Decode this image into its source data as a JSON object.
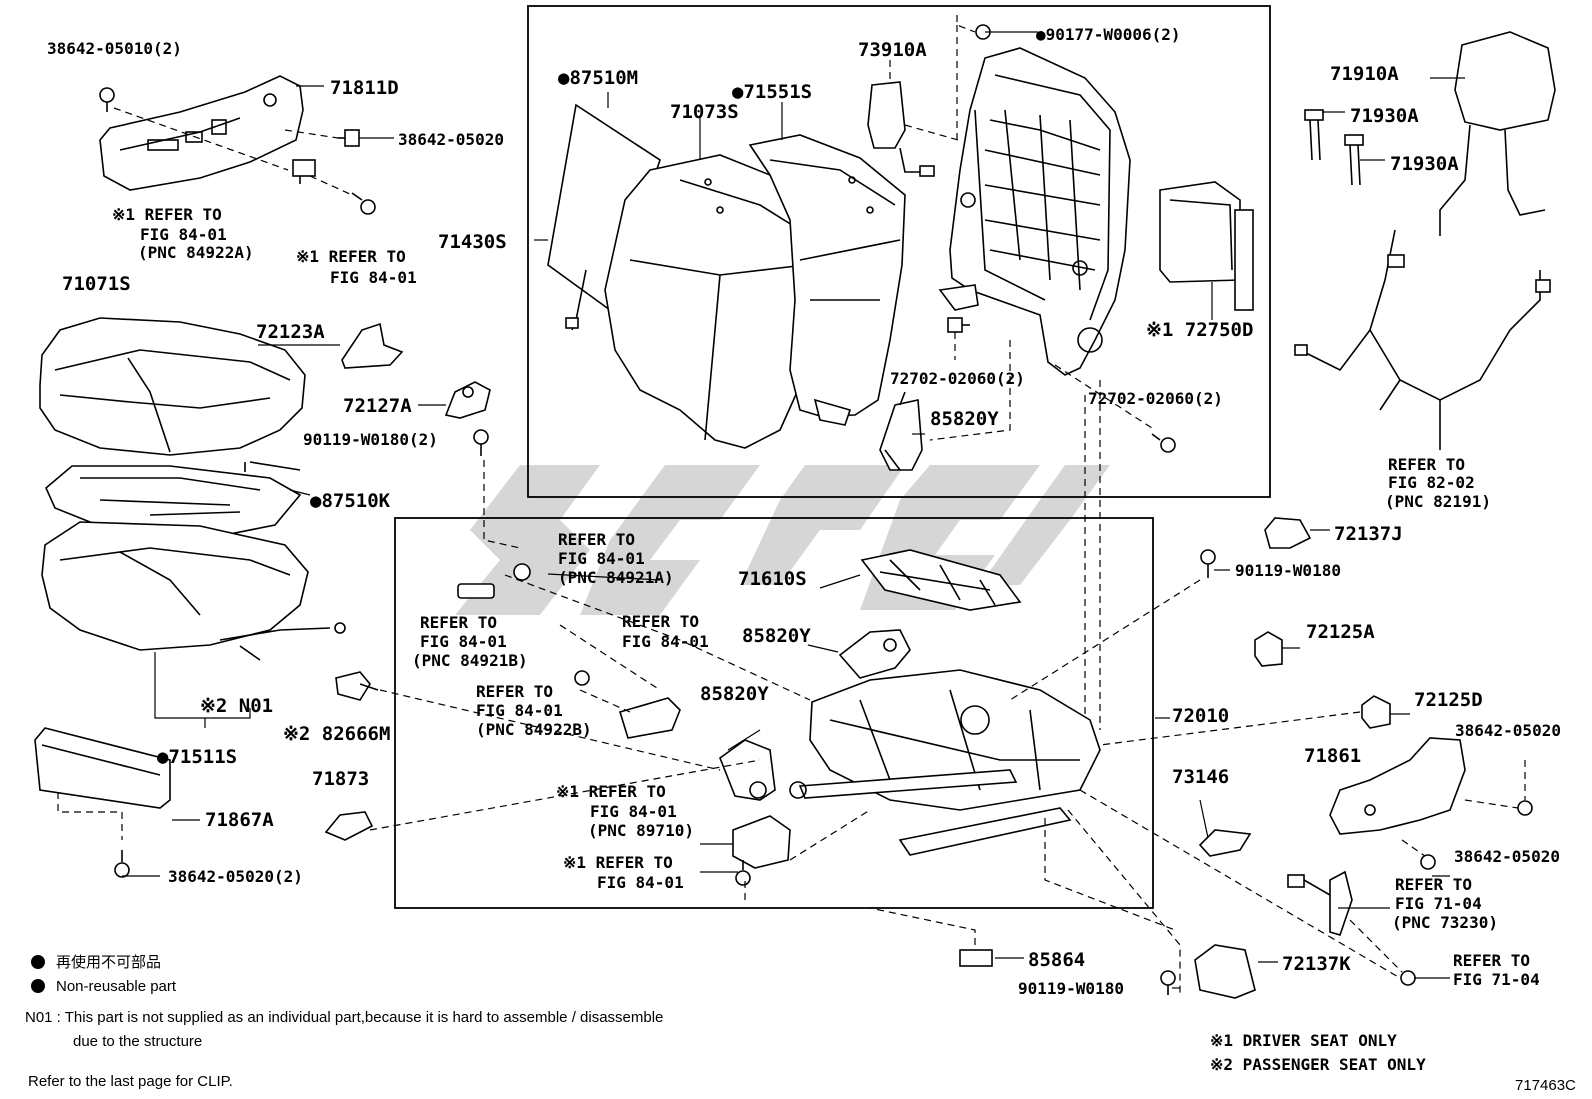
{
  "labels": {
    "p38642_05010": "38642-05010(2)",
    "p71811D": "71811D",
    "p38642_05020_a": "38642-05020",
    "ref_84_01_84922A_l1": "※1 REFER TO",
    "ref_84_01_84922A_l2": "FIG 84-01",
    "ref_84_01_84922A_l3": "(PNC 84922A)",
    "ref_84_01_a_l1": "※1 REFER TO",
    "ref_84_01_a_l2": "FIG 84-01",
    "p71071S": "71071S",
    "p72123A": "72123A",
    "p72127A": "72127A",
    "p90119_W0180_2": "90119-W0180(2)",
    "p87510K": "●87510K",
    "pN01": "※2 N01",
    "p71511S": "●71511S",
    "p82666M": "※2 82666M",
    "p71867A": "71867A",
    "p38642_05020_2": "38642-05020(2)",
    "p71873": "71873",
    "p87510M": "●87510M",
    "p71073S": "71073S",
    "p71551S": "●71551S",
    "p71430S": "71430S",
    "p73910A": "73910A",
    "p90177_W0006": "●90177-W0006(2)",
    "p72750D": "※1 72750D",
    "p72702_a": "72702-02060(2)",
    "p72702_b": "72702-02060(2)",
    "p85820Y_a": "85820Y",
    "p71910A": "71910A",
    "p71930A_a": "71930A",
    "p71930A_b": "71930A",
    "ref_82_02_l1": "REFER TO",
    "ref_82_02_l2": "FIG 82-02",
    "ref_82_02_l3": "(PNC 82191)",
    "ref_84921A_l1": "REFER TO",
    "ref_84921A_l2": "FIG 84-01",
    "ref_84921A_l3": "(PNC 84921A)",
    "p71610S": "71610S",
    "ref_84921B_l1": "REFER TO",
    "ref_84921B_l2": "FIG 84-01",
    "ref_84921B_l3": "(PNC 84921B)",
    "ref_84_01_b_l1": "REFER TO",
    "ref_84_01_b_l2": "FIG 84-01",
    "p85820Y_b": "85820Y",
    "ref_84922B_l1": "REFER TO",
    "ref_84922B_l2": "FIG 84-01",
    "ref_84922B_l3": "(PNC 84922B)",
    "p85820Y_c": "85820Y",
    "ref_89710_l1": "※1 REFER TO",
    "ref_89710_l2": "FIG 84-01",
    "ref_89710_l3": "(PNC 89710)",
    "ref_84_01_c_l1": "※1 REFER TO",
    "ref_84_01_c_l2": "FIG 84-01",
    "p72010": "72010",
    "p72137J": "72137J",
    "p90119_W0180_a": "90119-W0180",
    "p72125A": "72125A",
    "p72125D": "72125D",
    "p38642_05020_b": "38642-05020",
    "p71861": "71861",
    "p73146": "73146",
    "p38642_05020_c": "38642-05020",
    "ref_71_04_73230_l1": "REFER TO",
    "ref_71_04_73230_l2": "FIG 71-04",
    "ref_71_04_73230_l3": "(PNC 73230)",
    "p85864": "85864",
    "p72137K": "72137K",
    "ref_71_04_l1": "REFER TO",
    "ref_71_04_l2": "FIG 71-04",
    "p90119_W0180_b": "90119-W0180"
  },
  "legend": {
    "jp": "再使用不可部品",
    "en": "Non-reusable part",
    "n01_line1": "N01 : This part is not supplied as an individual part,because it is hard to assemble / disassemble",
    "n01_line2": "due to the structure",
    "clip": "Refer to the last page for CLIP.",
    "driver": "※1  DRIVER  SEAT  ONLY",
    "passenger": "※2  PASSENGER  SEAT  ONLY"
  },
  "figure_id": "717463C"
}
